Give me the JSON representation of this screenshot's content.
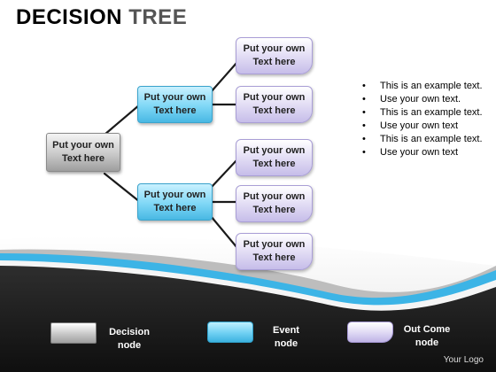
{
  "title": {
    "part1": "DECISION",
    "part2": "TREE"
  },
  "nodes": {
    "decision": "Put your own Text here",
    "event_1": "Put your own Text here",
    "event_2": "Put your own Text here",
    "outcome_1": "Put your own Text here",
    "outcome_2": "Put your own Text here",
    "outcome_3": "Put your own Text here",
    "outcome_4": "Put your own Text here",
    "outcome_5": "Put your own Text here"
  },
  "bullets": [
    "This is an example text.",
    "Use your own text.",
    "This is an example text.",
    "Use your own text",
    "This is an example text.",
    "Use your own text"
  ],
  "legend": {
    "decision": {
      "line1": "Decision",
      "line2": "node"
    },
    "event": {
      "line1": "Event",
      "line2": "node"
    },
    "outcome": {
      "line1": "Out Come",
      "line2": "node"
    }
  },
  "logo": "Your Logo",
  "colors": {
    "decision": "#b8b8b8",
    "event": "#7fd7f6",
    "outcome": "#d8d1f1",
    "connector": "#1a1a1a",
    "footer": "#1c1c1c",
    "wave": "#3cb4e6"
  }
}
